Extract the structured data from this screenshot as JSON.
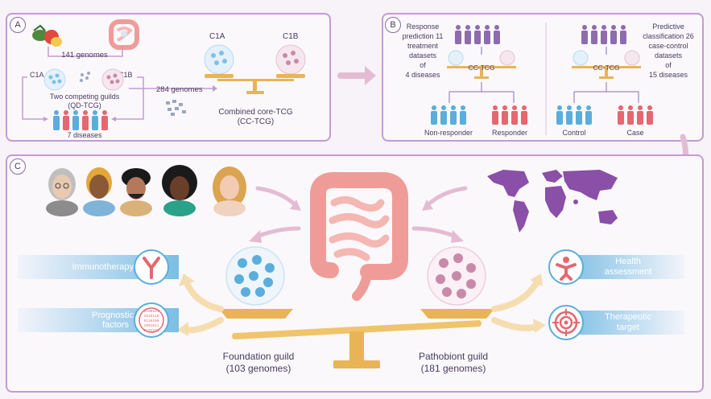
{
  "panel_a": {
    "label": "A",
    "genomes_141": "141 genomes",
    "c1a": "C1A",
    "c1b": "C1B",
    "guilds_line1": "Two competing guilds",
    "guilds_line2": "(QD-TCG)",
    "genomes_284": "284 genomes",
    "diseases": "7 diseases",
    "combined_c1a": "C1A",
    "combined_c1b": "C1B",
    "combined_line1": "Combined core-TCG",
    "combined_line2": "(CC-TCG)"
  },
  "panel_b": {
    "label": "B",
    "left_text": [
      "Response",
      "prediction 11",
      "treatment",
      "datasets",
      "of",
      "4 diseases"
    ],
    "right_text": [
      "Predictive",
      "classification 26",
      "case-control",
      "datasets",
      "of",
      "15 diseases"
    ],
    "cctcg_left": "CC-TCG",
    "cctcg_right": "CC-TCG",
    "non_responder": "Non-responder",
    "responder": "Responder",
    "control": "Control",
    "case": "Case"
  },
  "panel_c": {
    "label": "C",
    "immunotherapy": "Immunotherapy",
    "prognostic_line1": "Prognostic",
    "prognostic_line2": "factors",
    "health_line1": "Health",
    "health_line2": "assessment",
    "therapeutic_line1": "Therapeutic",
    "therapeutic_line2": "target",
    "foundation_line1": "Foundation guild",
    "foundation_line2": "(103 genomes)",
    "pathobiont_line1": "Pathobiont guild",
    "pathobiont_line2": "(181 genomes)",
    "binary_rows": [
      "0100101",
      "1010110",
      "0110100",
      "1001011",
      "0101101"
    ]
  },
  "colors": {
    "panel_border": "#c59ad3",
    "blue_people": "#5aaedc",
    "red_people": "#e5676f",
    "purple_people": "#8d6cae",
    "gut": "#ef9c98",
    "scale": "#e8b455",
    "blue_bacteria": "#5aaedc",
    "pink_bacteria": "#c88aa8",
    "map": "#8a4fa6",
    "banner": "#50aadc"
  }
}
